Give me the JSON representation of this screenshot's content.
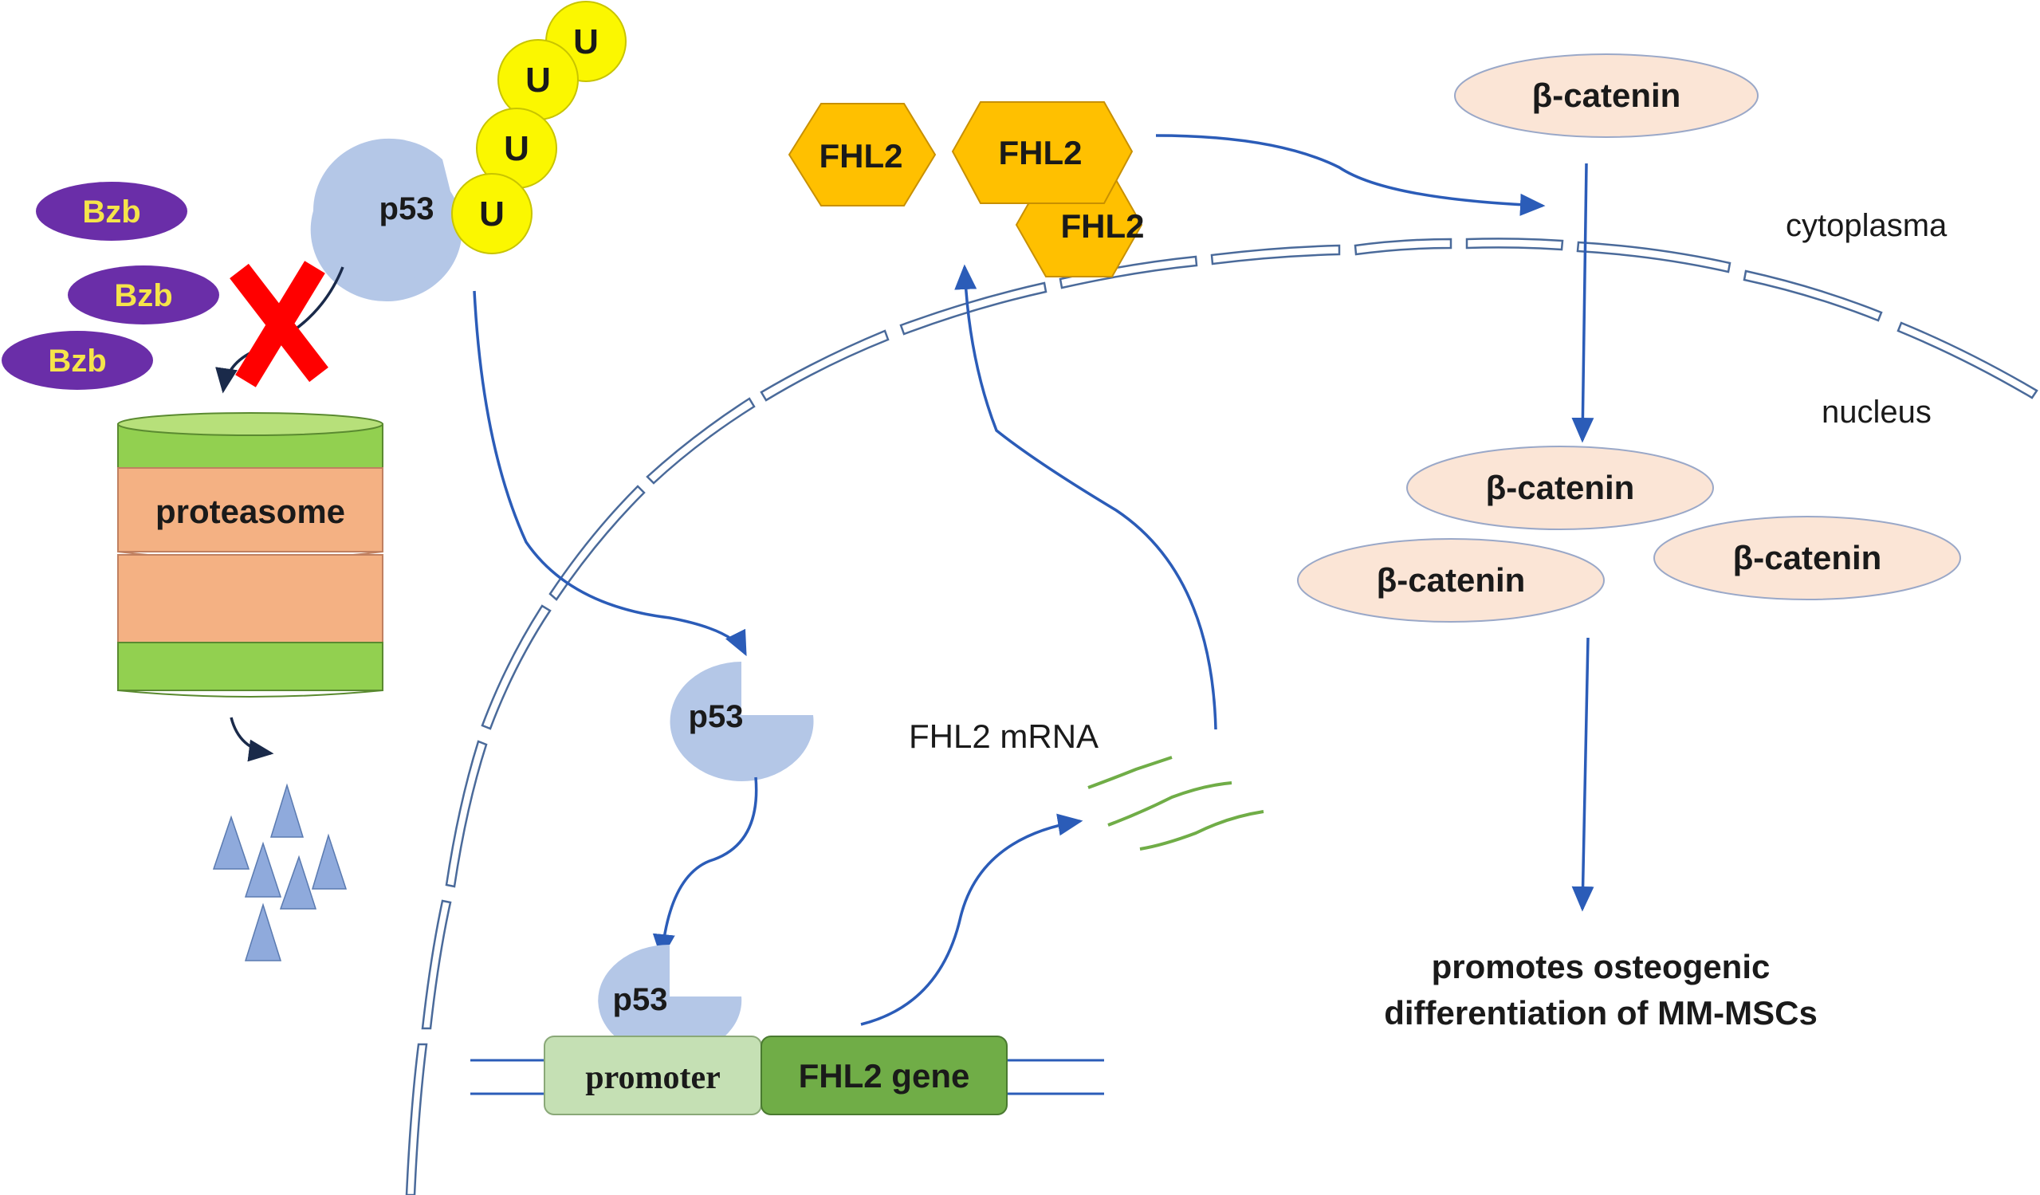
{
  "labels": {
    "bzb": "Bzb",
    "ubiquitin": "U",
    "p53": "p53",
    "proteasome": "proteasome",
    "fhl2": "FHL2",
    "beta_catenin": "β-catenin",
    "cytoplasma": "cytoplasma",
    "nucleus": "nucleus",
    "fhl2_mrna": "FHL2 mRNA",
    "promoter": "promoter",
    "fhl2_gene": "FHL2 gene",
    "outcome_line1": "promotes osteogenic",
    "outcome_line2": "differentiation of MM-MSCs"
  },
  "colors": {
    "bzb": "#6a2ea8",
    "bzb_text": "#f5e44a",
    "ubiquitin": "#fbf700",
    "p53": "#b4c7e7",
    "fhl2": "#ffc000",
    "beta_catenin": "#fbe5d6",
    "proteasome_band": "#92d050",
    "proteasome_body": "#f4b183",
    "promoter": "#c5e0b4",
    "gene": "#70ad47",
    "arrow": "#2b5cb8",
    "inhibit_x": "#ff0000",
    "mrna": "#70ad47",
    "fragments": "#8faadc"
  }
}
